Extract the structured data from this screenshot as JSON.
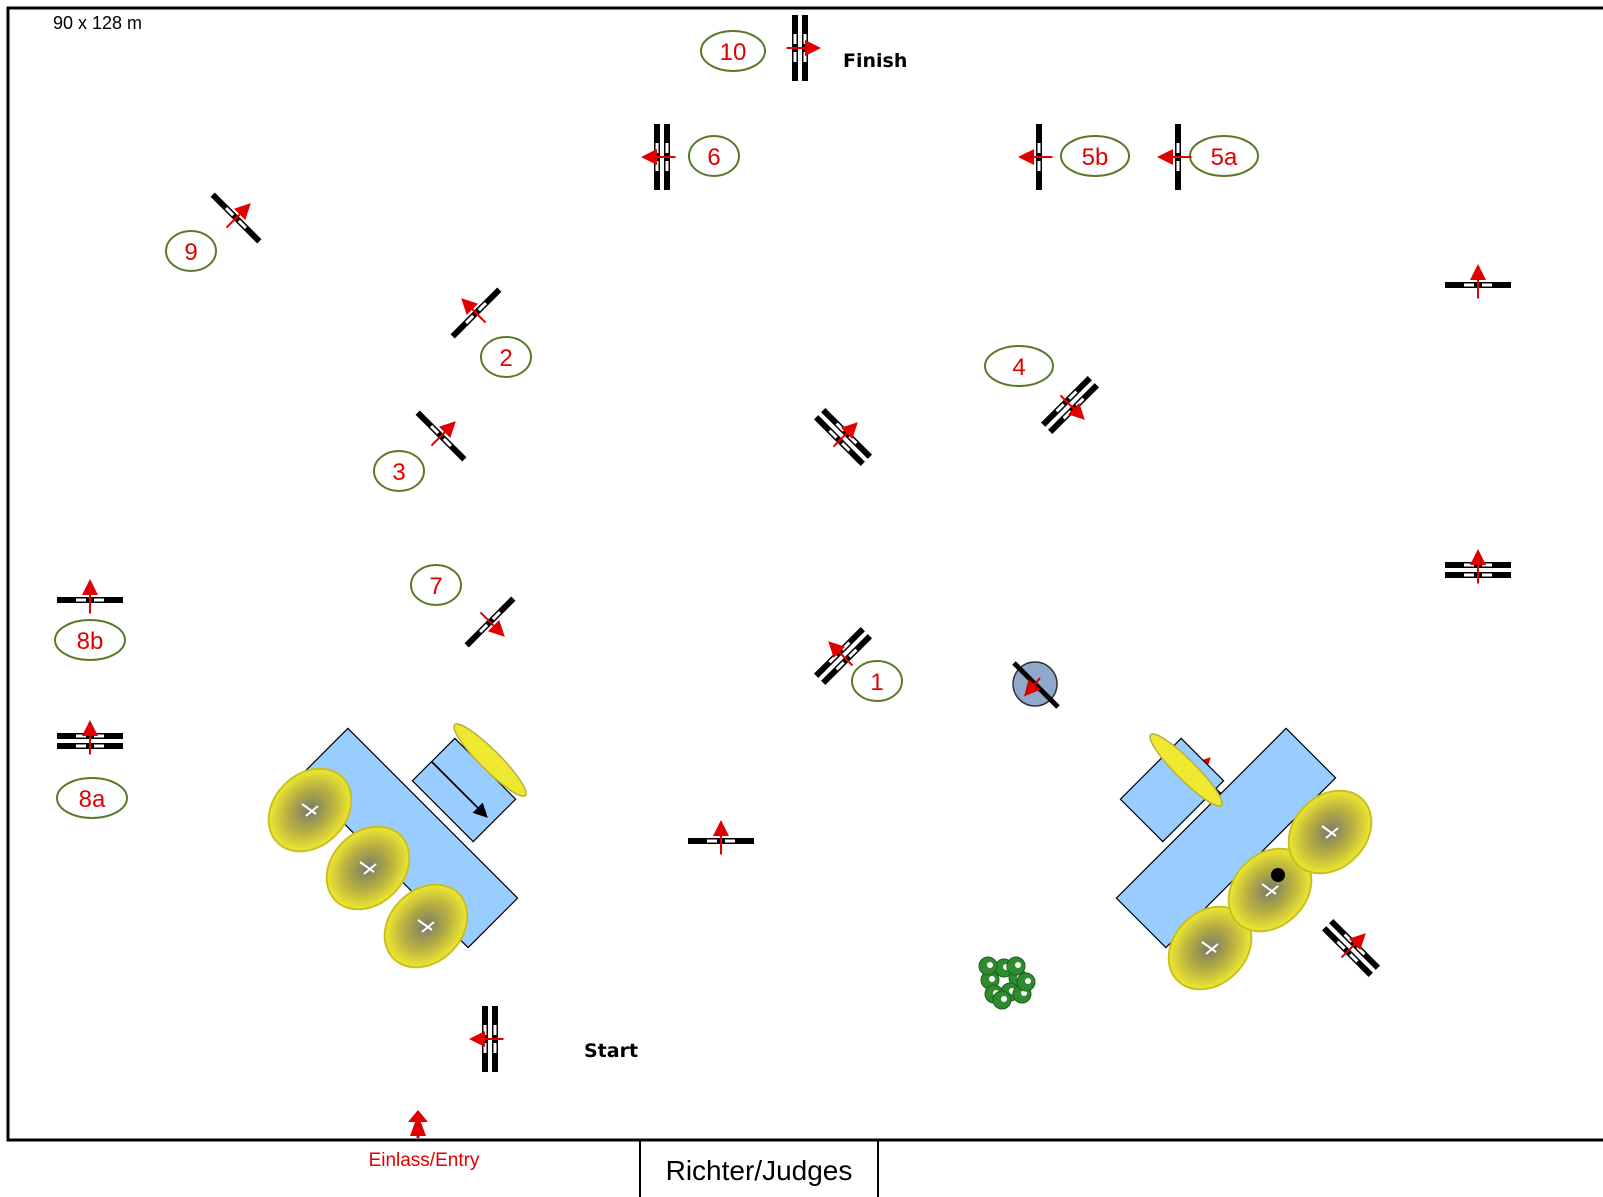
{
  "arena": {
    "dimensions_label": "90 x 128 m",
    "start_label": "Start",
    "finish_label": "Finish",
    "entry_label": "Einlass/Entry",
    "judges_label": "Richter/Judges"
  },
  "obstacle_numbers": {
    "n1": "1",
    "n2": "2",
    "n3": "3",
    "n4": "4",
    "n5a": "5a",
    "n5b": "5b",
    "n6": "6",
    "n7": "7",
    "n8a": "8a",
    "n8b": "8b",
    "n9": "9",
    "n10": "10"
  },
  "colors": {
    "number_text": "#e00000",
    "number_ring": "#5a7a2a",
    "direction_arrow": "#e00000",
    "pole": "#000000",
    "water": "#99ccff",
    "hedge": "#e8e030",
    "bush": "#2e8b2e",
    "barrel": "#8fa8cc"
  },
  "icons": [
    "jump-icon",
    "direction-arrow-icon",
    "water-jump-icon",
    "hedge-icon",
    "bush-icon",
    "barrel-icon",
    "entry-arrow-icon"
  ]
}
